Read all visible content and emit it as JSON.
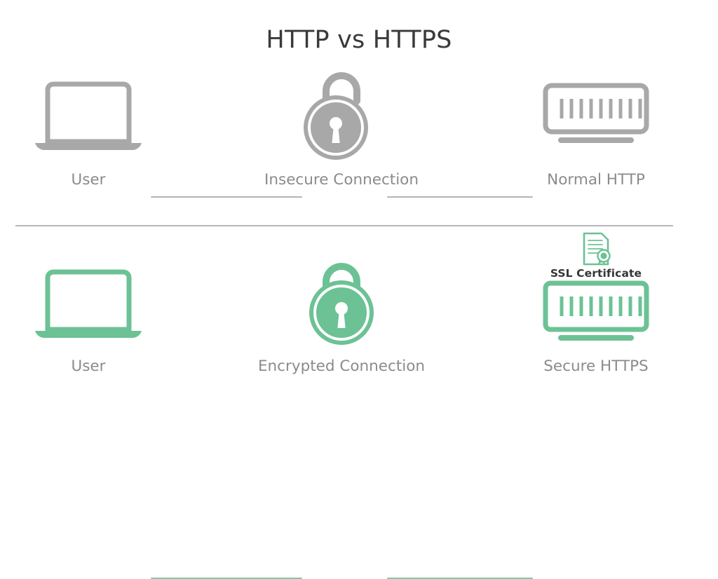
{
  "page": {
    "title": "HTTP vs HTTPS",
    "background": "#ffffff"
  },
  "colors": {
    "title_text": "#3a3a3a",
    "caption_text": "#8b8b8b",
    "insecure_gray": "#a8a8a8",
    "secure_green": "#6cc295",
    "divider": "#b6b6bc",
    "ssl_label_text": "#363636"
  },
  "rows": [
    {
      "id": "http-row",
      "state": "insecure",
      "color": "#a8a8a8",
      "nodes": [
        {
          "icon": "laptop-icon",
          "label": "User"
        },
        {
          "icon": "unlocked-padlock-icon",
          "label": "Insecure Connection"
        },
        {
          "icon": "server-icon",
          "label": "Normal HTTP"
        }
      ],
      "connectors": 2
    },
    {
      "id": "https-row",
      "state": "secure",
      "color": "#6cc295",
      "nodes": [
        {
          "icon": "laptop-icon",
          "label": "User"
        },
        {
          "icon": "locked-padlock-icon",
          "label": "Encrypted Connection"
        },
        {
          "icon": "server-icon",
          "label": "Secure HTTPS"
        }
      ],
      "connectors": 2
    }
  ],
  "ssl_badge": {
    "icon": "certificate-icon",
    "label": "SSL Certificate",
    "color": "#6cc295"
  },
  "server_icon": {
    "bar_count": 9
  }
}
